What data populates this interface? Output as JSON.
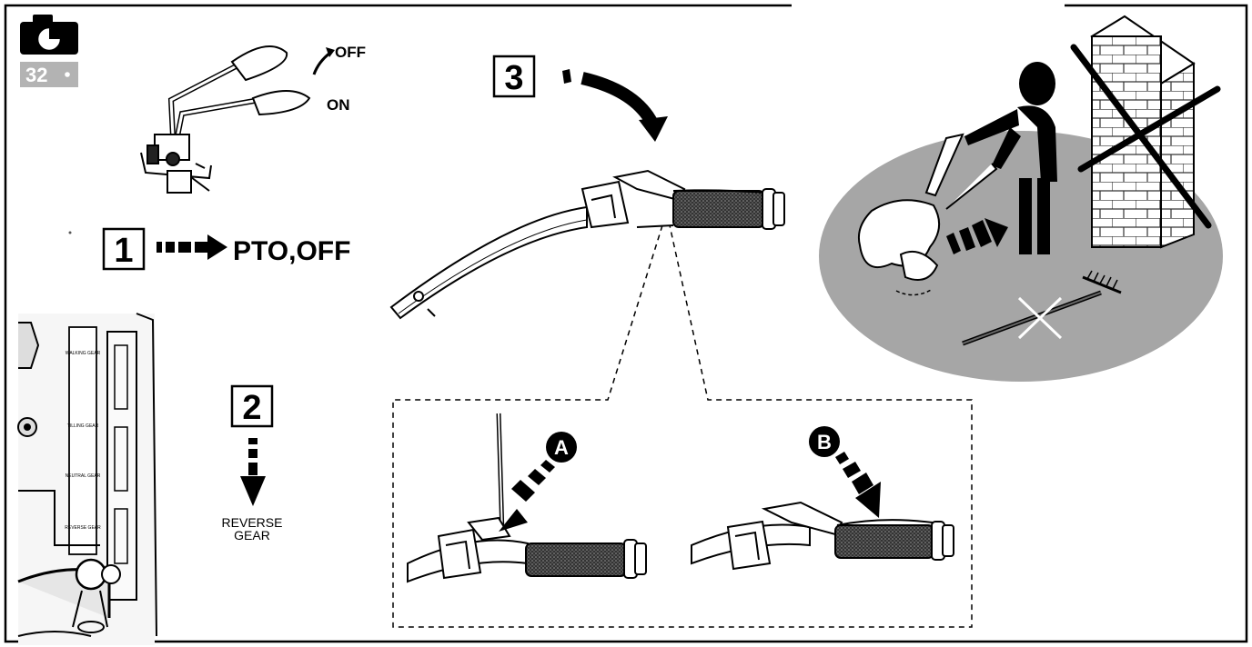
{
  "page_badge": {
    "number": "32",
    "icon": "camera-icon"
  },
  "lever": {
    "off_label": "OFF",
    "on_label": "ON"
  },
  "steps": [
    {
      "number": "1",
      "label": "PTO,OFF"
    },
    {
      "number": "2",
      "label_line1": "REVERSE",
      "label_line2": "GEAR"
    },
    {
      "number": "3"
    }
  ],
  "gear_panel": {
    "labels": [
      "WALKING GEAR",
      "TILLING GEAR",
      "NEUTRAL GEAR",
      "REVERSE GEAR"
    ]
  },
  "callouts": {
    "a": "A",
    "b": "B"
  },
  "colors": {
    "ink": "#000000",
    "shadow_ground": "#a6a6a6",
    "badge_gray": "#b3b3b3"
  }
}
